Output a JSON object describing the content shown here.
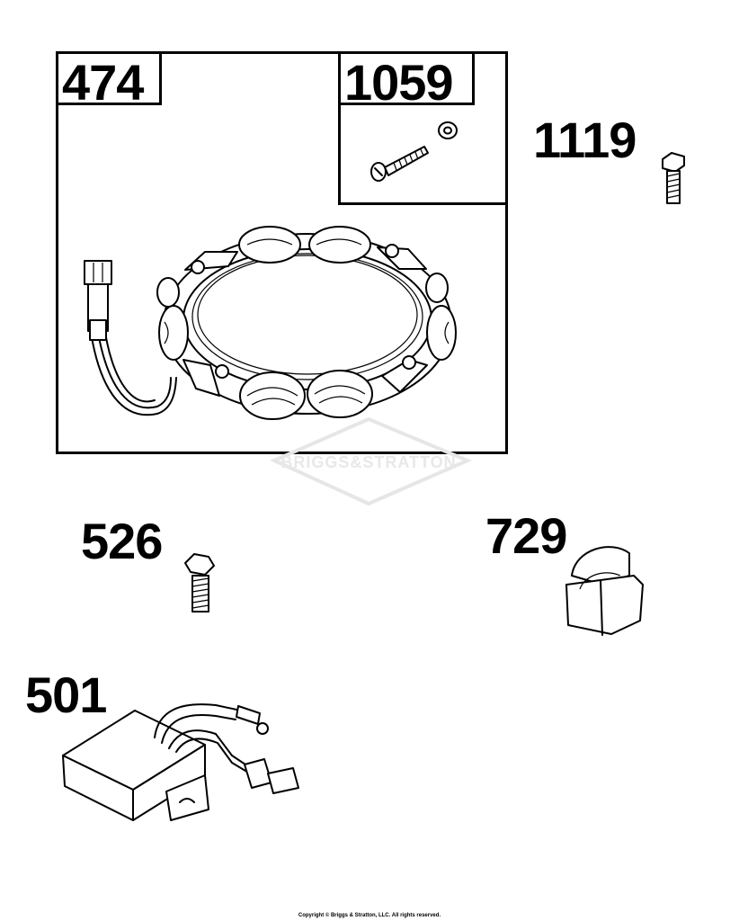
{
  "callouts": {
    "stator": "474",
    "stator_screw_kit": "1059",
    "bolt_upper": "1119",
    "bolt_lower": "526",
    "clip": "729",
    "regulator": "501"
  },
  "watermark": "BRIGGS&STRATTON",
  "copyright": "Copyright © Briggs & Stratton, LLC. All rights reserved.",
  "colors": {
    "ink": "#000000",
    "watermark": "#e6e6e6"
  }
}
